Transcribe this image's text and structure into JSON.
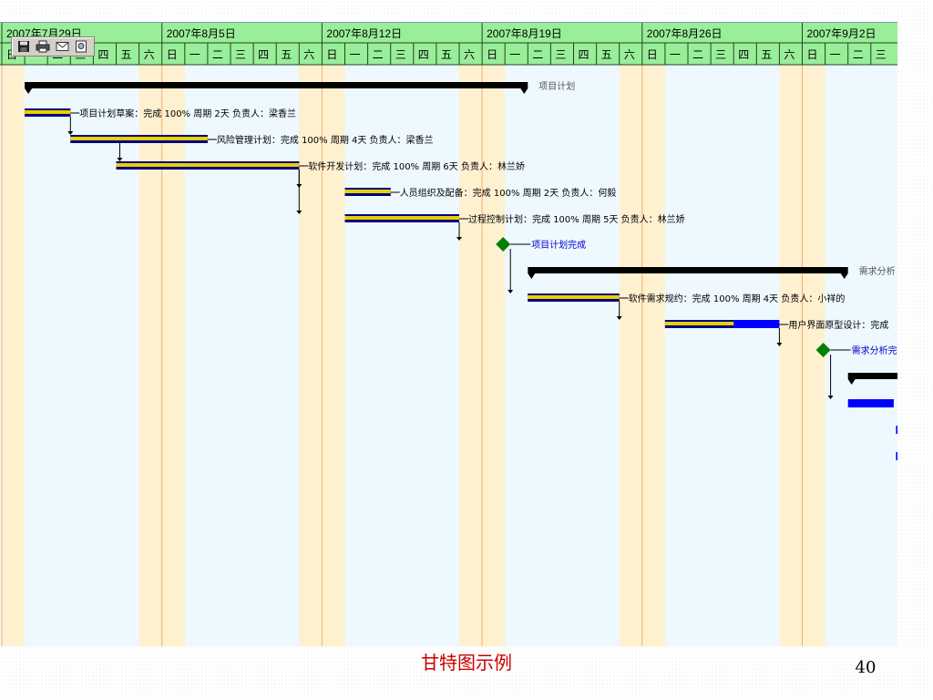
{
  "colors": {
    "header_bg": "#99ee99",
    "weekend_col": "#fff0d0",
    "week_line": "#f0b070",
    "grid_bg": "#eef9ff",
    "progress_gold": "#e8d000",
    "bar_navy": "#000080",
    "bar_blue": "#0000ff",
    "milestone_green": "#008000",
    "summary_black": "#000000",
    "caption_red": "#cc0000"
  },
  "gantt": {
    "weeks": [
      "2007年7月29日",
      "2007年8月5日",
      "2007年8月12日",
      "2007年8月19日",
      "2007年8月26日",
      "2007年9月2日"
    ],
    "weekdays": [
      "日",
      "一",
      "二",
      "三",
      "四",
      "五",
      "六"
    ],
    "days_shown": 39,
    "rows": [
      {
        "kind": "summary",
        "start": 1,
        "end": 23,
        "label": "项目计划"
      },
      {
        "kind": "task",
        "start": 1,
        "end": 3,
        "label": "项目计划草案：完成 100% 周期 2天 负责人：梁香兰",
        "progress": 100
      },
      {
        "kind": "task",
        "start": 3,
        "end": 9,
        "label": "风险管理计划：完成 100% 周期 4天 负责人：梁香兰",
        "progress": 100
      },
      {
        "kind": "task",
        "start": 5,
        "end": 13,
        "label": "软件开发计划：完成 100% 周期 6天 负责人：林兰娇",
        "progress": 100
      },
      {
        "kind": "task",
        "start": 15,
        "end": 17,
        "label": "人员组织及配备：完成 100% 周期 2天 负责人：何毅",
        "progress": 100
      },
      {
        "kind": "task",
        "start": 15,
        "end": 20,
        "label": "过程控制计划：完成 100% 周期 5天 负责人：林兰娇",
        "progress": 100
      },
      {
        "kind": "milestone",
        "start": 22,
        "label": "项目计划完成"
      },
      {
        "kind": "summary",
        "start": 23,
        "end": 37,
        "label": "需求分析"
      },
      {
        "kind": "task",
        "start": 23,
        "end": 27,
        "label": "软件需求规约：完成 100% 周期 4天 负责人：小祥的",
        "progress": 100
      },
      {
        "kind": "task",
        "start": 29,
        "end": 34,
        "label": "用户界面原型设计：完成",
        "progress": 60
      },
      {
        "kind": "milestone",
        "start": 36,
        "label": "需求分析完成"
      },
      {
        "kind": "summary",
        "start": 37,
        "end": 39.5,
        "label": ""
      },
      {
        "kind": "task",
        "start": 37,
        "end": 39,
        "label": "",
        "progress": 0
      },
      {
        "kind": "task",
        "start": 39.1,
        "end": 39.5,
        "label": "",
        "progress": 0
      },
      {
        "kind": "task",
        "start": 39.1,
        "end": 39.5,
        "label": "",
        "progress": 0
      }
    ]
  },
  "toolbar": {
    "save_icon": "floppy-save-icon",
    "print_icon": "printer-icon",
    "email_icon": "envelope-icon",
    "preview_icon": "print-preview-icon"
  },
  "caption": "甘特图示例",
  "page_number": "40"
}
